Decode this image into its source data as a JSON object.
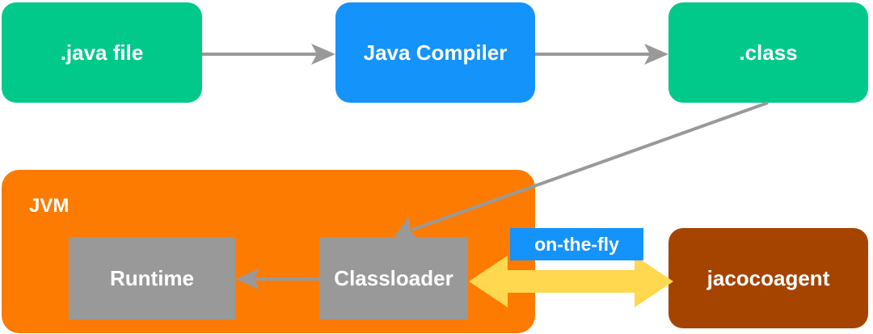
{
  "nodes": {
    "java_file": ".java file",
    "java_compiler": "Java Compiler",
    "class_file": ".class",
    "jvm": "JVM",
    "runtime": "Runtime",
    "classloader": "Classloader",
    "jacocoagent": "jacocoagent"
  },
  "edges": {
    "on_the_fly": "on-the-fly"
  },
  "colors": {
    "file_green": "#00c98a",
    "compiler_blue": "#1493fb",
    "jvm_orange": "#fc7b00",
    "component_gray": "#999999",
    "agent_brown": "#a54400",
    "arrow_gray": "#999999",
    "bidirectional_yellow": "#ffd84f"
  }
}
